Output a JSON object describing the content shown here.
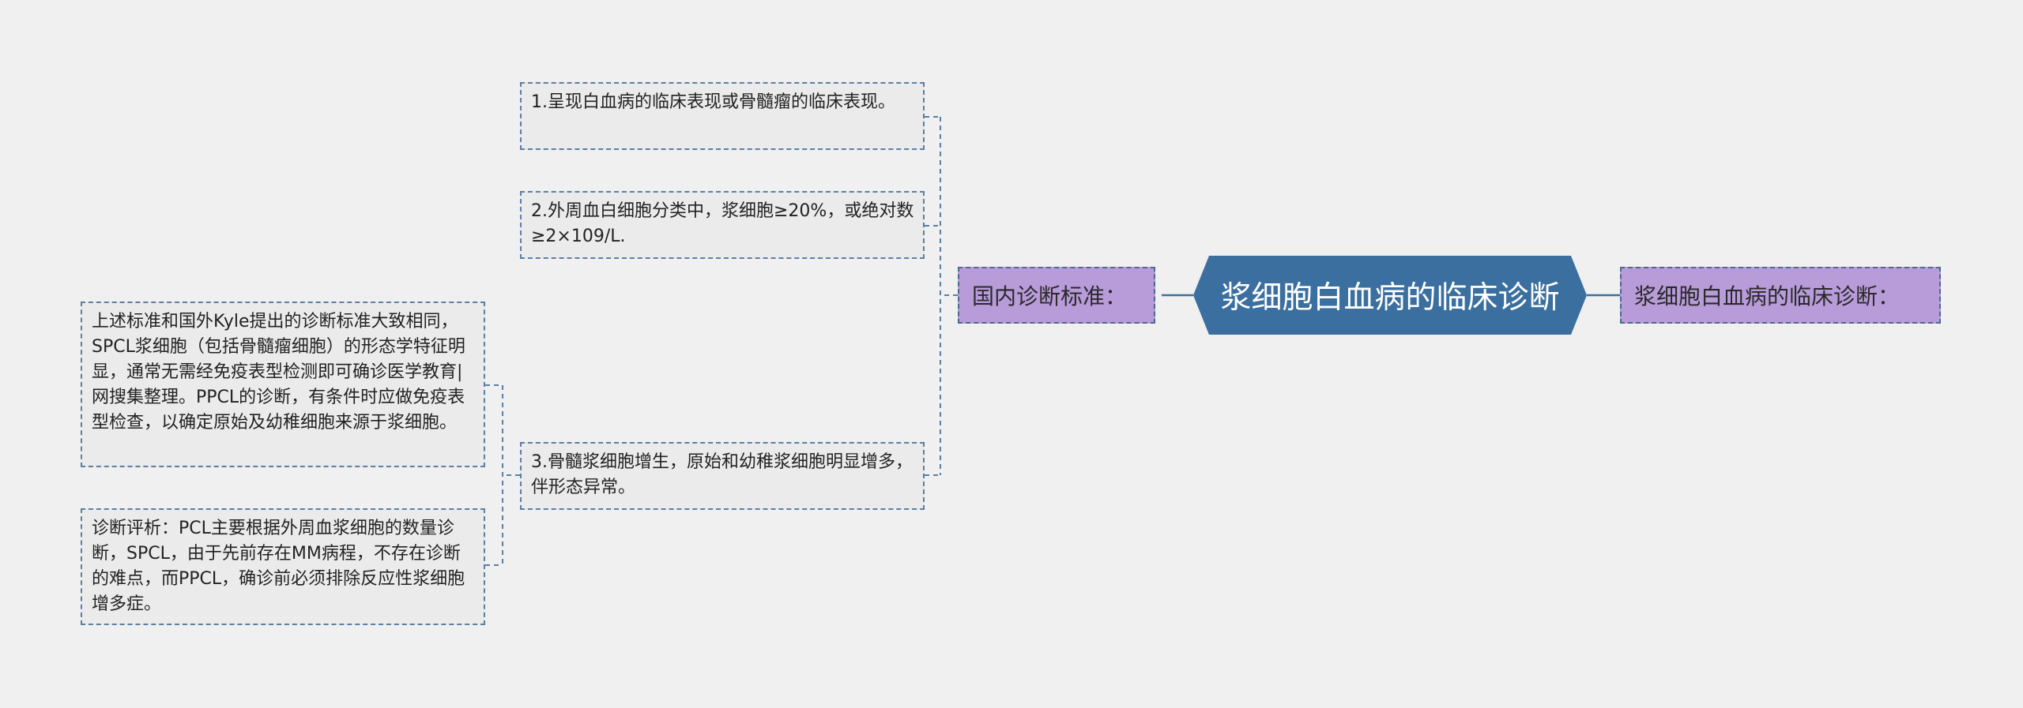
{
  "root": {
    "label": "浆细胞白血病的临床诊断"
  },
  "branch_right": {
    "label": "浆细胞白血病的临床诊断："
  },
  "branch_left": {
    "label": "国内诊断标准："
  },
  "criteria": [
    {
      "text": "1.呈现白血病的临床表现或骨髓瘤的临床表现。"
    },
    {
      "text": "2.外周血白细胞分类中，浆细胞≥20%，或绝对数≥2×109/L."
    },
    {
      "text": "3.骨髓浆细胞增生，原始和幼稚浆细胞明显增多，伴形态异常。"
    }
  ],
  "notes": [
    {
      "text": "上述标准和国外Kyle提出的诊断标准大致相同，SPCL浆细胞（包括骨髓瘤细胞）的形态学特征明显，通常无需经免疫表型检测即可确诊医学教育|网搜集整理。PPCL的诊断，有条件时应做免疫表型检查，以确定原始及幼稚细胞来源于浆细胞。"
    },
    {
      "text": "诊断评析：PCL主要根据外周血浆细胞的数量诊断，SPCL，由于先前存在MM病程，不存在诊断的难点，而PPCL，确诊前必须排除反应性浆细胞增多症。"
    }
  ],
  "colors": {
    "background": "#f0f0f0",
    "root_fill": "#3a6f9f",
    "branch_fill": "#b89bd9",
    "leaf_fill": "#ebebeb",
    "connector": "#3a6f9f"
  }
}
